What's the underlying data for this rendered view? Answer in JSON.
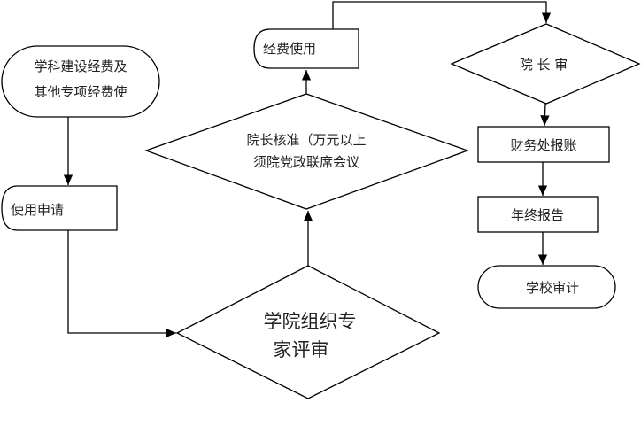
{
  "nodes": {
    "start": {
      "line1": "学科建设经费及",
      "line2": "其他专项经费使"
    },
    "apply": "使用申请",
    "expert_review": {
      "line1": "学院组织专",
      "line2": "家评审"
    },
    "dean_approve": {
      "line1": "院长核准（万元以上",
      "line2": "须院党政联席会议"
    },
    "use_funds": "经费使用",
    "dean_review": "院 长 审",
    "finance": "财务处报账",
    "annual_report": "年终报告",
    "audit": "学校审计"
  }
}
